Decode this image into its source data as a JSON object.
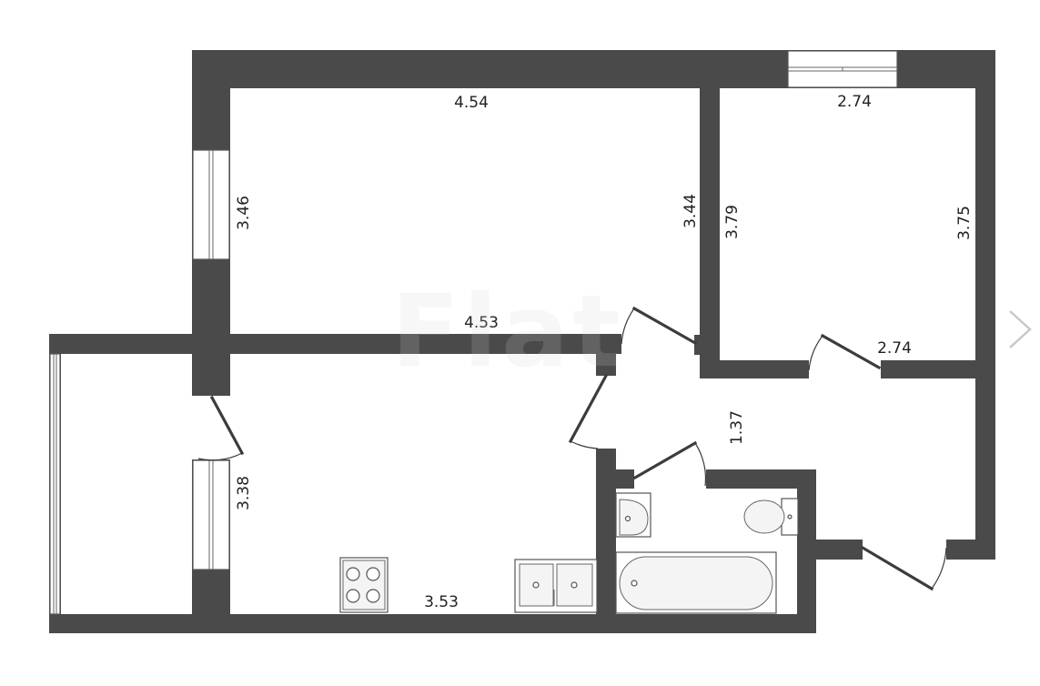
{
  "floorplan": {
    "dimensions": {
      "room1_top": "4.54",
      "room1_left": "3.46",
      "room1_right": "3.44",
      "room1_bottom": "4.53",
      "room2_top": "2.74",
      "room2_left": "3.79",
      "room2_right": "3.75",
      "room2_bottom": "2.74",
      "corridor": "1.37",
      "kitchen_left": "3.38",
      "kitchen_bottom": "3.53"
    },
    "colors": {
      "wall": "#4a4a4a",
      "background": "#ffffff"
    }
  },
  "watermark": {
    "text": "Flat"
  },
  "navigation": {
    "next_icon": "chevron-right-icon"
  }
}
